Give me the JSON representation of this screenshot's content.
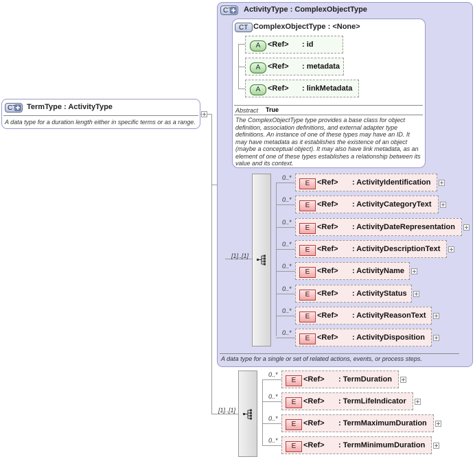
{
  "term_type": {
    "badge": "CT",
    "title": "TermType",
    "base": ": ActivityType",
    "description": "A data type for a duration length either in specific terms or as a range."
  },
  "activity_type": {
    "badge": "CT",
    "title": "ActivityType",
    "base": ": ComplexObjectType",
    "description": "A data type for a single or set of related actions, events, or process steps."
  },
  "complex_object_type": {
    "badge": "CT",
    "title": "ComplexObjectType",
    "base": ": <None>",
    "abstract_label": "Abstract",
    "abstract_value": "True",
    "description": "The ComplexObjectType type provides a base class for object definition, association definitions, and external adapter type definitions. An instance of one of these types may have an ID. It may have metadata as it establishes the existence of an object (maybe a conceptual object). It may also have link metadata, as an element of one of these types establishes a relationship between its value and its context.",
    "attributes": [
      {
        "badge": "A",
        "ref": "<Ref>",
        "name": ": id"
      },
      {
        "badge": "A",
        "ref": "<Ref>",
        "name": ": metadata"
      },
      {
        "badge": "A",
        "ref": "<Ref>",
        "name": ": linkMetadata"
      }
    ]
  },
  "activity_sequence": {
    "occurrence": "[1]..[1]",
    "elements": [
      {
        "badge": "E",
        "occ": "0..*",
        "ref": "<Ref>",
        "name": ": ActivityIdentification"
      },
      {
        "badge": "E",
        "occ": "0..*",
        "ref": "<Ref>",
        "name": ": ActivityCategoryText"
      },
      {
        "badge": "E",
        "occ": "0..*",
        "ref": "<Ref>",
        "name": ": ActivityDateRepresentation"
      },
      {
        "badge": "E",
        "occ": "0..*",
        "ref": "<Ref>",
        "name": ": ActivityDescriptionText"
      },
      {
        "badge": "E",
        "occ": "0..*",
        "ref": "<Ref>",
        "name": ": ActivityName"
      },
      {
        "badge": "E",
        "occ": "0..*",
        "ref": "<Ref>",
        "name": ": ActivityStatus"
      },
      {
        "badge": "E",
        "occ": "0..*",
        "ref": "<Ref>",
        "name": ": ActivityReasonText"
      },
      {
        "badge": "E",
        "occ": "0..*",
        "ref": "<Ref>",
        "name": ": ActivityDisposition"
      }
    ]
  },
  "term_sequence": {
    "occurrence": "[1]..[1]",
    "elements": [
      {
        "badge": "E",
        "occ": "0..*",
        "ref": "<Ref>",
        "name": ": TermDuration"
      },
      {
        "badge": "E",
        "occ": "0..*",
        "ref": "<Ref>",
        "name": ": TermLifeIndicator"
      },
      {
        "badge": "E",
        "occ": "0..*",
        "ref": "<Ref>",
        "name": ": TermMaximumDuration"
      },
      {
        "badge": "E",
        "occ": "0..*",
        "ref": "<Ref>",
        "name": ": TermMinimumDuration"
      }
    ]
  }
}
